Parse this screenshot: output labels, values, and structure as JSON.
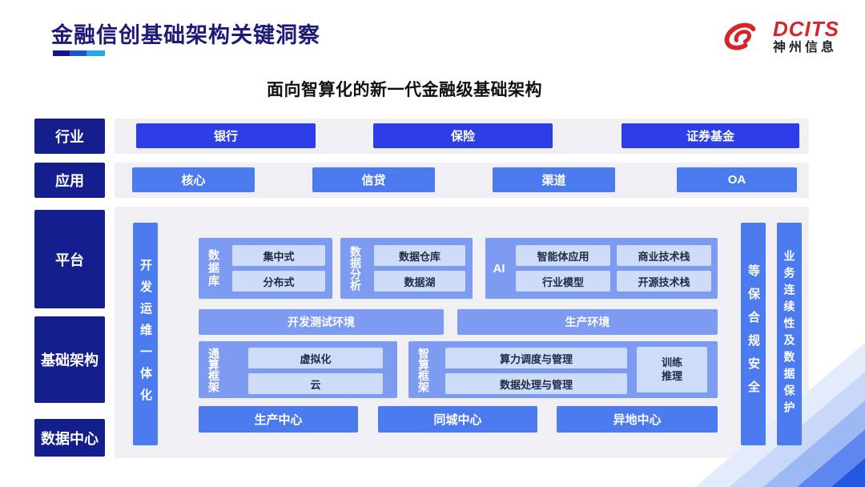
{
  "slide": {
    "title": "金融信创基础架构关键洞察",
    "subtitle": "面向智算化的新一代金融级基础架构"
  },
  "logo": {
    "brand": "DCITS",
    "brand_cn": "神州信息"
  },
  "industry": {
    "label": "行业",
    "items": [
      "银行",
      "保险",
      "证券基金"
    ]
  },
  "application": {
    "label": "应用",
    "items": [
      "核心",
      "信贷",
      "渠道",
      "OA"
    ]
  },
  "platform": {
    "label": "平台",
    "devops_bar": "开发运维一体化",
    "database": {
      "label": "数据库",
      "items": [
        "集中式",
        "分布式"
      ]
    },
    "analytics": {
      "label": "数据分析",
      "items": [
        "数据仓库",
        "数据湖"
      ]
    },
    "ai": {
      "label": "AI",
      "items": [
        "智能体应用",
        "商业技术栈",
        "行业模型",
        "开源技术栈"
      ]
    },
    "environments": [
      "开发测试环境",
      "生产环境"
    ]
  },
  "infrastructure": {
    "label": "基础架构",
    "general_compute": {
      "label": "通算框架",
      "items": [
        "虚拟化",
        "云"
      ]
    },
    "ai_compute": {
      "label": "智算框架",
      "items": [
        "算力调度与管理",
        "数据处理与管理"
      ],
      "side_item_lines": [
        "训练",
        "推理"
      ]
    }
  },
  "datacenter": {
    "label": "数据中心",
    "items": [
      "生产中心",
      "同城中心",
      "异地中心"
    ]
  },
  "security_bars": [
    "等保合规安全",
    "业务连续性及数据保护"
  ],
  "colors": {
    "navy_label": "#141e8c",
    "bright_blue": "#2e3ee6",
    "primary_blue": "#4c7bef",
    "soft_blue": "#7d9bf1",
    "pale_blue": "#ccdcf9",
    "panel_gray": "#f0f0f4",
    "title_navy": "#1d1a78",
    "logo_red": "#d8232a"
  }
}
